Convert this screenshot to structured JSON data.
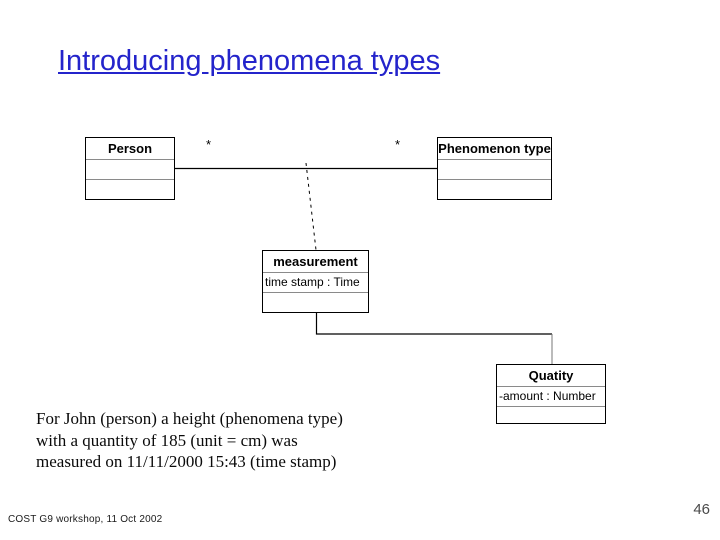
{
  "slide": {
    "title": "Introducing phenomena types",
    "body": {
      "lines": [
        "For John (person) a height (phenomena type)",
        "with a quantity of 185 (unit = cm) was",
        "measured on 11/11/2000 15:43 (time stamp)"
      ]
    },
    "footer": {
      "text": "COST G9 workshop, 11  Oct 2002"
    },
    "page_number": "46"
  },
  "diagram": {
    "classes": [
      {
        "name": "Person",
        "attribute": ""
      },
      {
        "name": "Phenomenon type",
        "attribute": ""
      },
      {
        "name": "measurement",
        "attribute": "time stamp : Time"
      },
      {
        "name": "Quatity",
        "attribute": "-amount : Number"
      }
    ],
    "labels": {
      "multiplicity_person": "*",
      "multiplicity_phenomenon": "*"
    }
  },
  "colors": {
    "title_blue": "#2424CB",
    "line_black": "#000000",
    "compartment_separator": "#8a8a8a",
    "page_number_gray": "#4a4a4a"
  }
}
